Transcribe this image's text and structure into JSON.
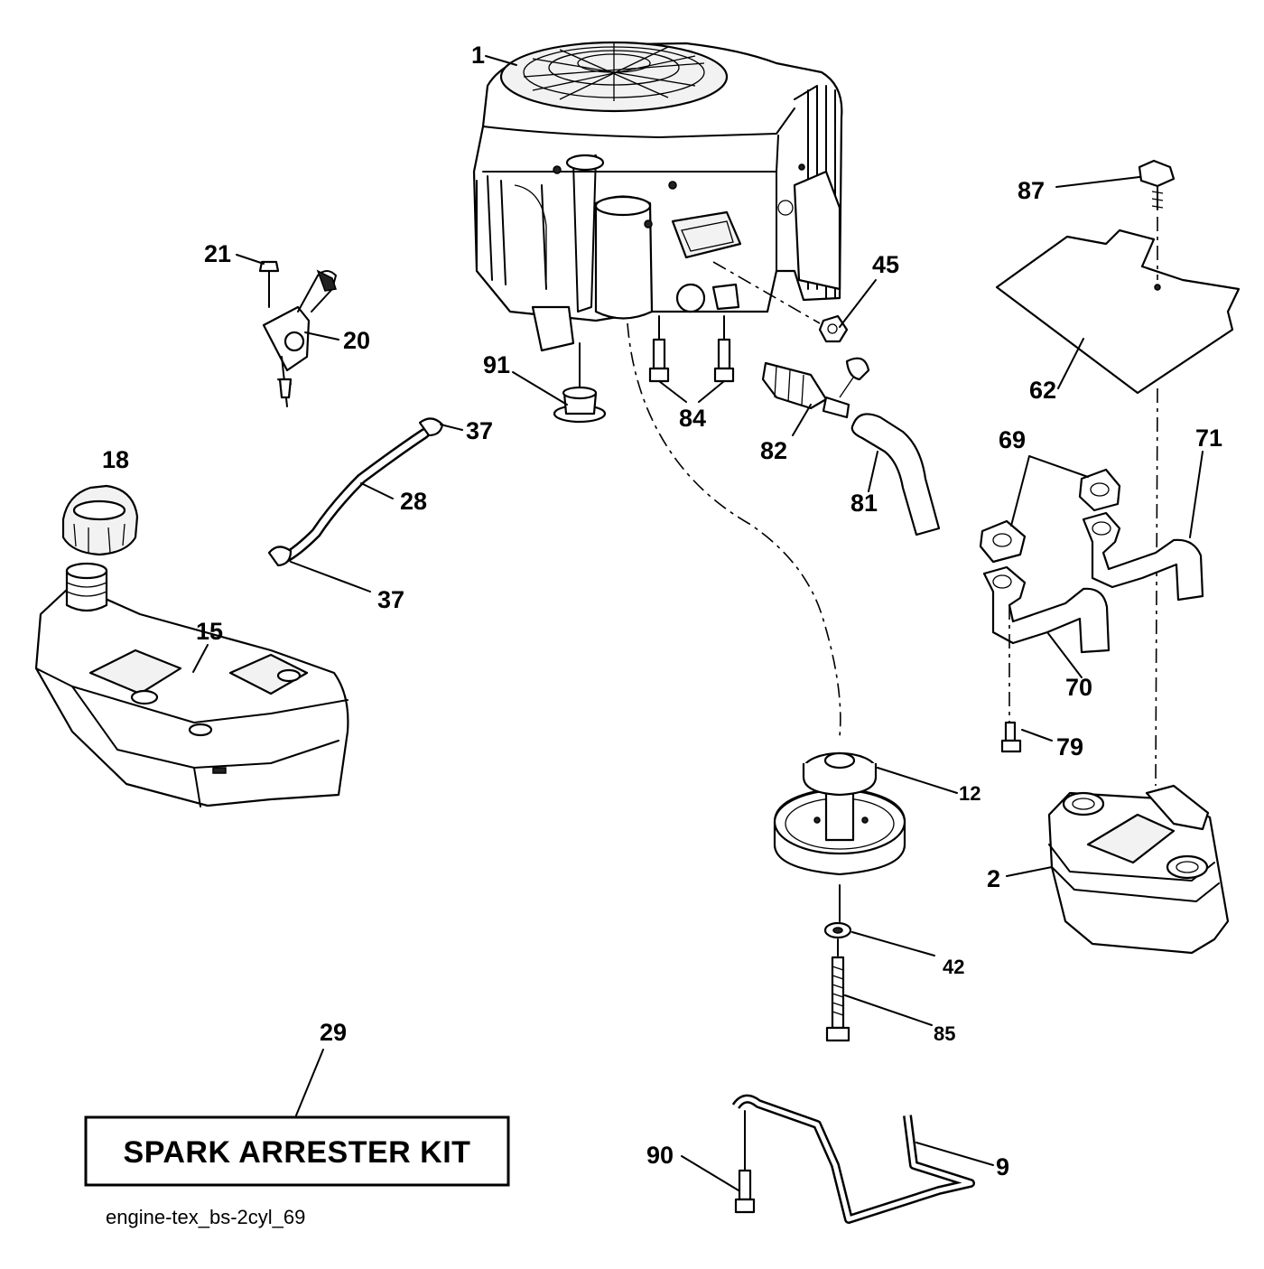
{
  "callouts": {
    "p1": "1",
    "p2": "2",
    "p9": "9",
    "p12": "12",
    "p15": "15",
    "p18": "18",
    "p20": "20",
    "p21": "21",
    "p28": "28",
    "p29": "29",
    "p37a": "37",
    "p37b": "37",
    "p42": "42",
    "p45": "45",
    "p62": "62",
    "p69": "69",
    "p70": "70",
    "p71": "71",
    "p79": "79",
    "p81": "81",
    "p82": "82",
    "p84": "84",
    "p85": "85",
    "p87": "87",
    "p90": "90",
    "p91": "91"
  },
  "kit_box": {
    "label": "SPARK ARRESTER KIT"
  },
  "figure_id": "engine-tex_bs-2cyl_69"
}
